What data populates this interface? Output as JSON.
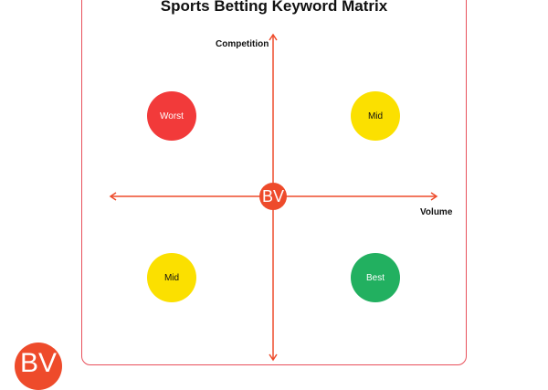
{
  "title": "Sports Betting Keyword Matrix",
  "axes": {
    "y_label": "Competition",
    "x_label": "Volume"
  },
  "quadrants": [
    {
      "label": "Worst",
      "color": "#f23a3a",
      "text_color": "#ffffff"
    },
    {
      "label": "Mid",
      "color": "#fbe000",
      "text_color": "#111111"
    },
    {
      "label": "Mid",
      "color": "#fbe000",
      "text_color": "#111111"
    },
    {
      "label": "Best",
      "color": "#22b060",
      "text_color": "#ffffff"
    }
  ],
  "logo_text": "BV",
  "accent": "#ee4b2b"
}
